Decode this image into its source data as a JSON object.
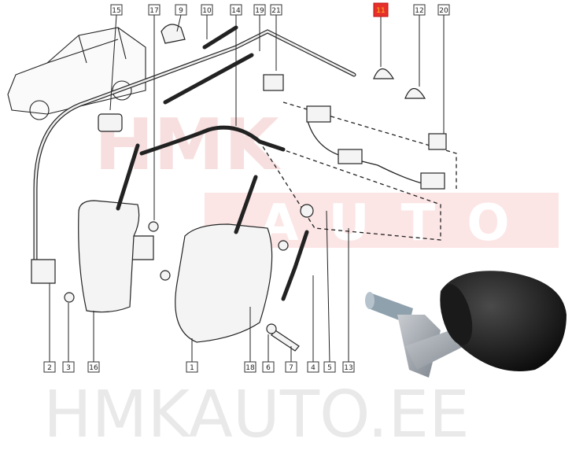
{
  "diagram": {
    "callouts_top": [
      {
        "label": "15"
      },
      {
        "label": "17"
      },
      {
        "label": "9"
      },
      {
        "label": "10"
      },
      {
        "label": "14"
      },
      {
        "label": "19"
      },
      {
        "label": "21"
      },
      {
        "label": "11",
        "highlighted": true
      },
      {
        "label": "12"
      },
      {
        "label": "20"
      }
    ],
    "callouts_bottom": [
      {
        "label": "2"
      },
      {
        "label": "3"
      },
      {
        "label": "16"
      },
      {
        "label": "1"
      },
      {
        "label": "18"
      },
      {
        "label": "6"
      },
      {
        "label": "7"
      },
      {
        "label": "4"
      },
      {
        "label": "5"
      },
      {
        "label": "13"
      }
    ],
    "highlight_color": "#e8302a",
    "highlight_text_color": "#f5c518"
  },
  "watermark": {
    "middle_top": "HMK",
    "middle_bottom": "AUTO",
    "bottom": "HMKAUTO.EE"
  }
}
